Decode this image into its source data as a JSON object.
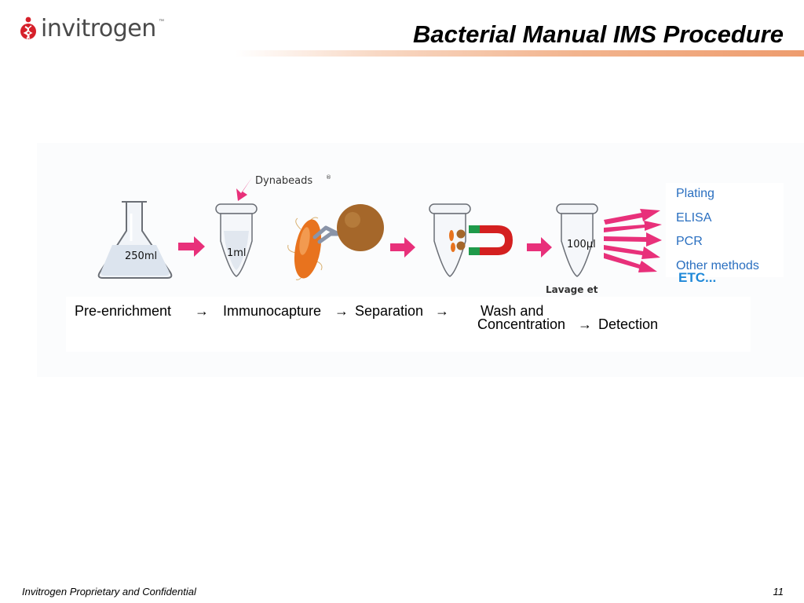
{
  "header": {
    "logo_text": "invitrogen",
    "logo_tm": "™",
    "title": "Bacterial Manual IMS Procedure"
  },
  "diagram": {
    "flask_volume": "250ml",
    "tube1_volume": "1ml",
    "tube_final_volume": "100µl",
    "dynabeads_label": "Dynabeads",
    "dynabeads_mark": "®",
    "lavage_label": "Lavage et",
    "etc_label": "ETC...",
    "methods": [
      "Plating",
      "ELISA",
      "PCR",
      "Other methods"
    ],
    "steps": {
      "pre_enrichment": "Pre-enrichment",
      "immunocapture": "Immunocapture",
      "separation": "Separation",
      "wash_and": "Wash and",
      "concentration": "Concentration",
      "detection": "Detection",
      "arrow": "→"
    }
  },
  "colors": {
    "arrow_pink": "#e8307a",
    "method_blue": "#2a6fc0",
    "bead_brown": "#a5672a",
    "bacteria_orange": "#e8731e",
    "magnet_red": "#d42020",
    "magnet_green": "#1f9a4a",
    "logo_red": "#d6202a"
  },
  "footer": {
    "left": "Invitrogen Proprietary and Confidential",
    "page": "11"
  }
}
